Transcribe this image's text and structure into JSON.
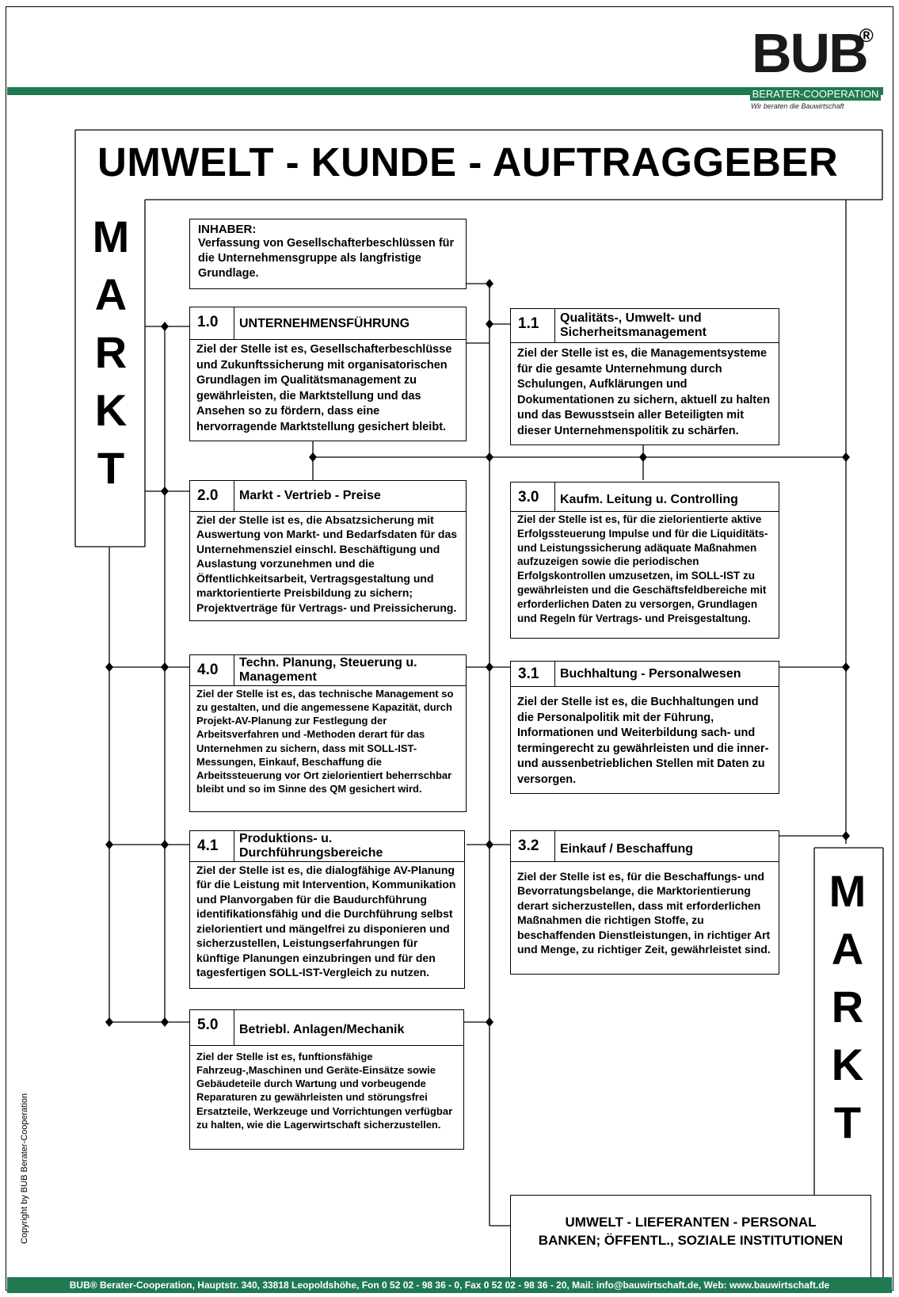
{
  "logo": {
    "name": "BUB",
    "reg_mark": "®",
    "sub": "BERATER-COOPERATION",
    "tagline": "Wir beraten die Bauwirtschaft"
  },
  "banner_title": "UMWELT - KUNDE - AUFTRAGGEBER",
  "market_left_letters": [
    "M",
    "A",
    "R",
    "K",
    "T"
  ],
  "market_right_letters": [
    "M",
    "A",
    "R",
    "K",
    "T"
  ],
  "owner": {
    "label": "INHABER:",
    "text": "Verfassung von Gesellschafterbeschlüssen für die Unternehmensgruppe als langfristige Grundlage."
  },
  "boxes": {
    "b10": {
      "num": "1.0",
      "title": "UNTERNEHMENSFÜHRUNG",
      "body": "Ziel der Stelle ist es, Gesellschafterbeschlüsse und Zukunftssicherung mit organisatorischen Grundlagen im Qualitätsmanagement zu gewährleisten, die Marktstellung und das Ansehen so zu fördern, dass eine hervorragende Marktstellung gesichert bleibt."
    },
    "b11": {
      "num": "1.1",
      "title": "Qualitäts-, Umwelt- und Sicherheitsmanagement",
      "body": "Ziel der Stelle ist es, die Managementsysteme für die gesamte Unternehmung durch Schulungen, Aufklärungen und Dokumentationen zu sichern, aktuell zu halten und das Bewusstsein aller Beteiligten mit dieser Unternehmenspolitik zu schärfen."
    },
    "b20": {
      "num": "2.0",
      "title": "Markt  - Vertrieb - Preise",
      "body": "Ziel der Stelle ist es, die Absatzsicherung mit Auswertung von Markt- und Bedarfsdaten für das Unternehmensziel einschl. Beschäftigung und Auslastung vorzunehmen und die Öffentlichkeitsarbeit, Vertragsgestaltung und marktorientierte Preisbildung zu sichern; Projektverträge für Vertrags- und Preissicherung."
    },
    "b30": {
      "num": "3.0",
      "title": "Kaufm. Leitung u. Controlling",
      "body": "Ziel der Stelle ist es, für die zielorientierte aktive Erfolgssteuerung Impulse und für die Liquiditäts- und Leistungssicherung adäquate Maßnahmen aufzuzeigen sowie die periodischen Erfolgskontrollen umzusetzen, im SOLL-IST zu gewährleisten und die Geschäftsfeldbereiche mit erforderlichen Daten zu versorgen, Grundlagen und Regeln für Vertrags- und Preisgestaltung."
    },
    "b40": {
      "num": "4.0",
      "title": "Techn. Planung, Steuerung u. Management",
      "body": "Ziel der Stelle ist es, das technische Management so zu gestalten, und die angemessene Kapazität, durch Projekt-AV-Planung zur Festlegung der Arbeitsverfahren und -Methoden derart für das Unternehmen zu sichern, dass mit SOLL-IST-Messungen, Einkauf, Beschaffung die Arbeitssteuerung vor Ort zielorientiert beherrschbar bleibt und so im Sinne des QM gesichert wird."
    },
    "b31": {
      "num": "3.1",
      "title": "Buchhaltung - Personalwesen",
      "body": "Ziel der Stelle ist es, die Buchhaltungen und die Personalpolitik mit der Führung, Informationen und Weiterbildung sach- und termingerecht zu gewährleisten und die inner- und aussenbetrieblichen Stellen mit Daten zu versorgen."
    },
    "b41": {
      "num": "4.1",
      "title": "Produktions- u. Durchführungsbereiche",
      "body": "Ziel der Stelle ist es, die dialogfähige AV-Planung für die Leistung mit Intervention, Kommunikation und Planvorgaben für die Baudurchführung identifikationsfähig und die Durchführung selbst zielorientiert und mängelfrei zu disponieren und sicherzustellen, Leistungserfahrungen für künftige Planungen einzubringen und für den tagesfertigen SOLL-IST-Vergleich zu nutzen."
    },
    "b32": {
      "num": "3.2",
      "title": "Einkauf / Beschaffung",
      "body": "Ziel der Stelle ist es, für die Beschaffungs- und Bevorratungsbelange, die Marktorientierung derart sicherzustellen, dass mit erforderlichen Maßnahmen die richtigen Stoffe, zu beschaffenden Dienstleistungen, in richtiger Art und Menge, zu richtiger Zeit, gewährleistet sind."
    },
    "b50": {
      "num": "5.0",
      "title": "Betriebl. Anlagen/Mechanik",
      "body": "Ziel der Stelle ist es, funftionsfähige Fahrzeug-,Maschinen und Geräte-Einsätze sowie Gebäudeteile durch Wartung und vorbeugende Reparaturen zu gewährleisten und störungsfrei Ersatzteile, Werkzeuge und Vorrichtungen verfügbar zu halten, wie die Lagerwirtschaft sicherzustellen."
    }
  },
  "bottom_box": {
    "line1": "UMWELT - LIEFERANTEN - PERSONAL",
    "line2": "BANKEN; ÖFFENTL., SOZIALE  INSTITUTIONEN"
  },
  "copyright": "Copyright by BUB Berater-Cooperation",
  "footer": "BUB® Berater-Cooperation, Hauptstr. 340, 33818 Leopoldshöhe, Fon  0 52 02 - 98 36 - 0, Fax  0 52 02 - 98 36 - 20, Mail: info@bauwirtschaft.de, Web: www.bauwirtschaft.de",
  "colors": {
    "brand_green": "#1f7a52",
    "line": "#000000"
  }
}
